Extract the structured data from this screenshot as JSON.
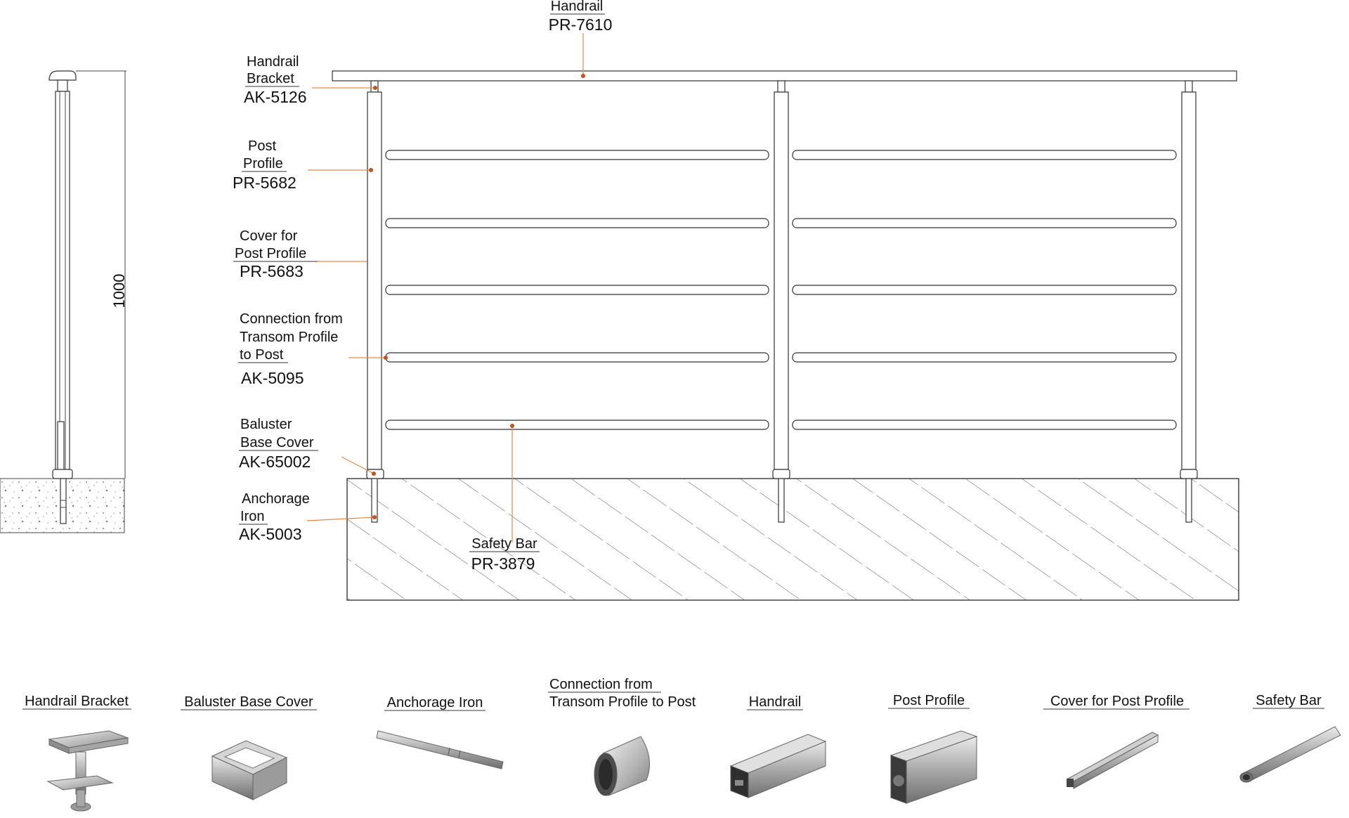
{
  "callouts": [
    {
      "id": "handrail",
      "lines": [
        "Handrail"
      ],
      "code": "PR-7610"
    },
    {
      "id": "handrail-bracket",
      "lines": [
        "Handrail",
        "Bracket"
      ],
      "code": "AK-5126"
    },
    {
      "id": "post-profile",
      "lines": [
        "Post",
        "Profile"
      ],
      "code": "PR-5682"
    },
    {
      "id": "cover-post-profile",
      "lines": [
        "Cover for",
        "Post Profile"
      ],
      "code": "PR-5683"
    },
    {
      "id": "connection",
      "lines": [
        "Connection from",
        "Transom Profile",
        "to Post"
      ],
      "code": "AK-5095"
    },
    {
      "id": "baluster-base-cover",
      "lines": [
        "Baluster",
        "Base Cover"
      ],
      "code": "AK-65002"
    },
    {
      "id": "anchorage-iron",
      "lines": [
        "Anchorage",
        "Iron"
      ],
      "code": "AK-5003"
    },
    {
      "id": "safety-bar",
      "lines": [
        "Safety Bar"
      ],
      "code": "PR-3879"
    }
  ],
  "dimension": {
    "height_label": "1000"
  },
  "parts": [
    {
      "id": "handrail-bracket",
      "lines": [
        "Handrail Bracket"
      ],
      "icon": "handrail-bracket-icon"
    },
    {
      "id": "baluster-base-cover",
      "lines": [
        "Baluster Base Cover"
      ],
      "icon": "baluster-base-cover-icon"
    },
    {
      "id": "anchorage-iron",
      "lines": [
        "Anchorage Iron"
      ],
      "icon": "anchorage-iron-icon"
    },
    {
      "id": "connection",
      "lines": [
        "Connection from",
        "Transom Profile to Post"
      ],
      "icon": "connection-sleeve-icon"
    },
    {
      "id": "handrail",
      "lines": [
        "Handrail"
      ],
      "icon": "handrail-profile-icon"
    },
    {
      "id": "post-profile",
      "lines": [
        "Post Profile"
      ],
      "icon": "post-profile-icon"
    },
    {
      "id": "cover-post-profile",
      "lines": [
        "Cover for Post Profile"
      ],
      "icon": "cover-profile-icon"
    },
    {
      "id": "safety-bar",
      "lines": [
        "Safety Bar"
      ],
      "icon": "safety-bar-icon"
    }
  ],
  "colors": {
    "leader": "#e08a4a",
    "dot": "#c8501a",
    "line": "#333333",
    "metal": "#b9b9b9"
  }
}
